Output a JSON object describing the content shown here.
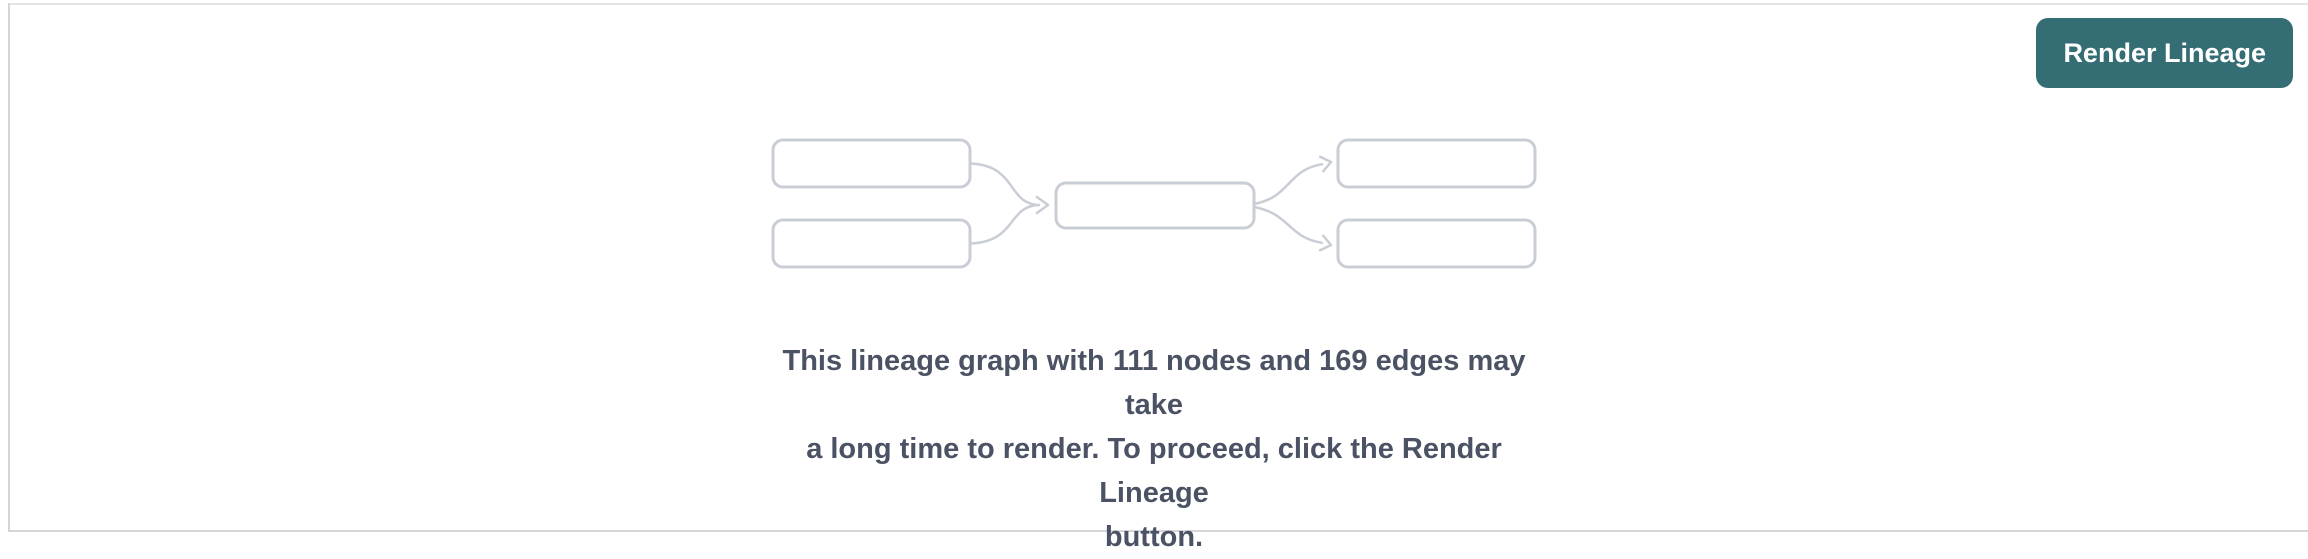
{
  "toolbar": {
    "render_button_label": "Render Lineage"
  },
  "empty_state": {
    "node_count": "111",
    "edge_count": "169",
    "message_lines": [
      "This lineage graph with 111 nodes and 169 edges may take",
      "a long time to render. To proceed, click the Render Lineage",
      "button."
    ]
  },
  "colors": {
    "accent_teal": "#346e74",
    "line_gray": "#c9cdd5",
    "text_dark": "#4a5264",
    "panel_border": "#d6d6da",
    "panel_border_light": "#e4e4e8"
  }
}
